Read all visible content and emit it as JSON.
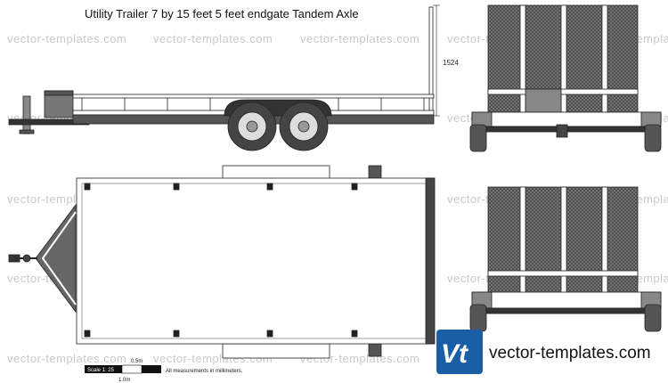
{
  "title": "Utility Trailer 7 by 15 feet 5 feet endgate Tandem Axle",
  "watermark": "vector-templates.com",
  "dimension_label": "1524",
  "scale": {
    "label": "Scale 1: 25",
    "half_meter": "0.5m",
    "meter": "1.0m",
    "note": "All measurements in millimeters."
  },
  "brand": {
    "logo_letters": "Vt",
    "text": "vector-templates.com",
    "logo_color": "#1a5fa6"
  },
  "colors": {
    "mesh": "#555555",
    "body": "#7a7a7a",
    "dark": "#333333",
    "outline": "#222222"
  }
}
